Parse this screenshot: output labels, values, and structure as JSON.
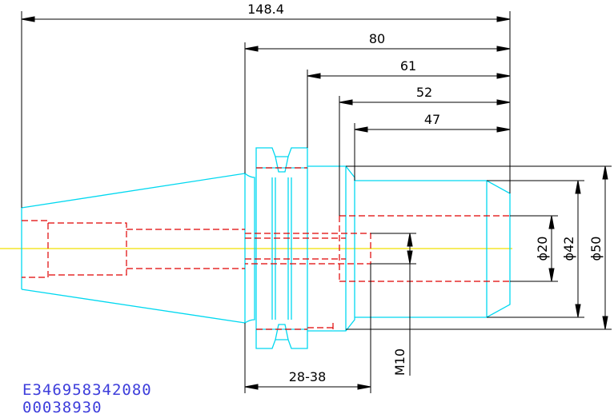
{
  "dimensions": {
    "overall_length": "148.4",
    "length_80": "80",
    "length_61": "61",
    "length_52": "52",
    "length_47": "47",
    "range": "28-38",
    "diameter_20": "ϕ20",
    "diameter_42": "ϕ42",
    "diameter_50": "ϕ50",
    "thread": "M10"
  },
  "codes": {
    "part_number": "E346958342080",
    "serial": "00038930"
  },
  "colors": {
    "outline": "#00d8f0",
    "hidden": "#e00000",
    "centerline": "#f0e000",
    "dimension": "#000000",
    "code_text": "#3d3ddb"
  }
}
